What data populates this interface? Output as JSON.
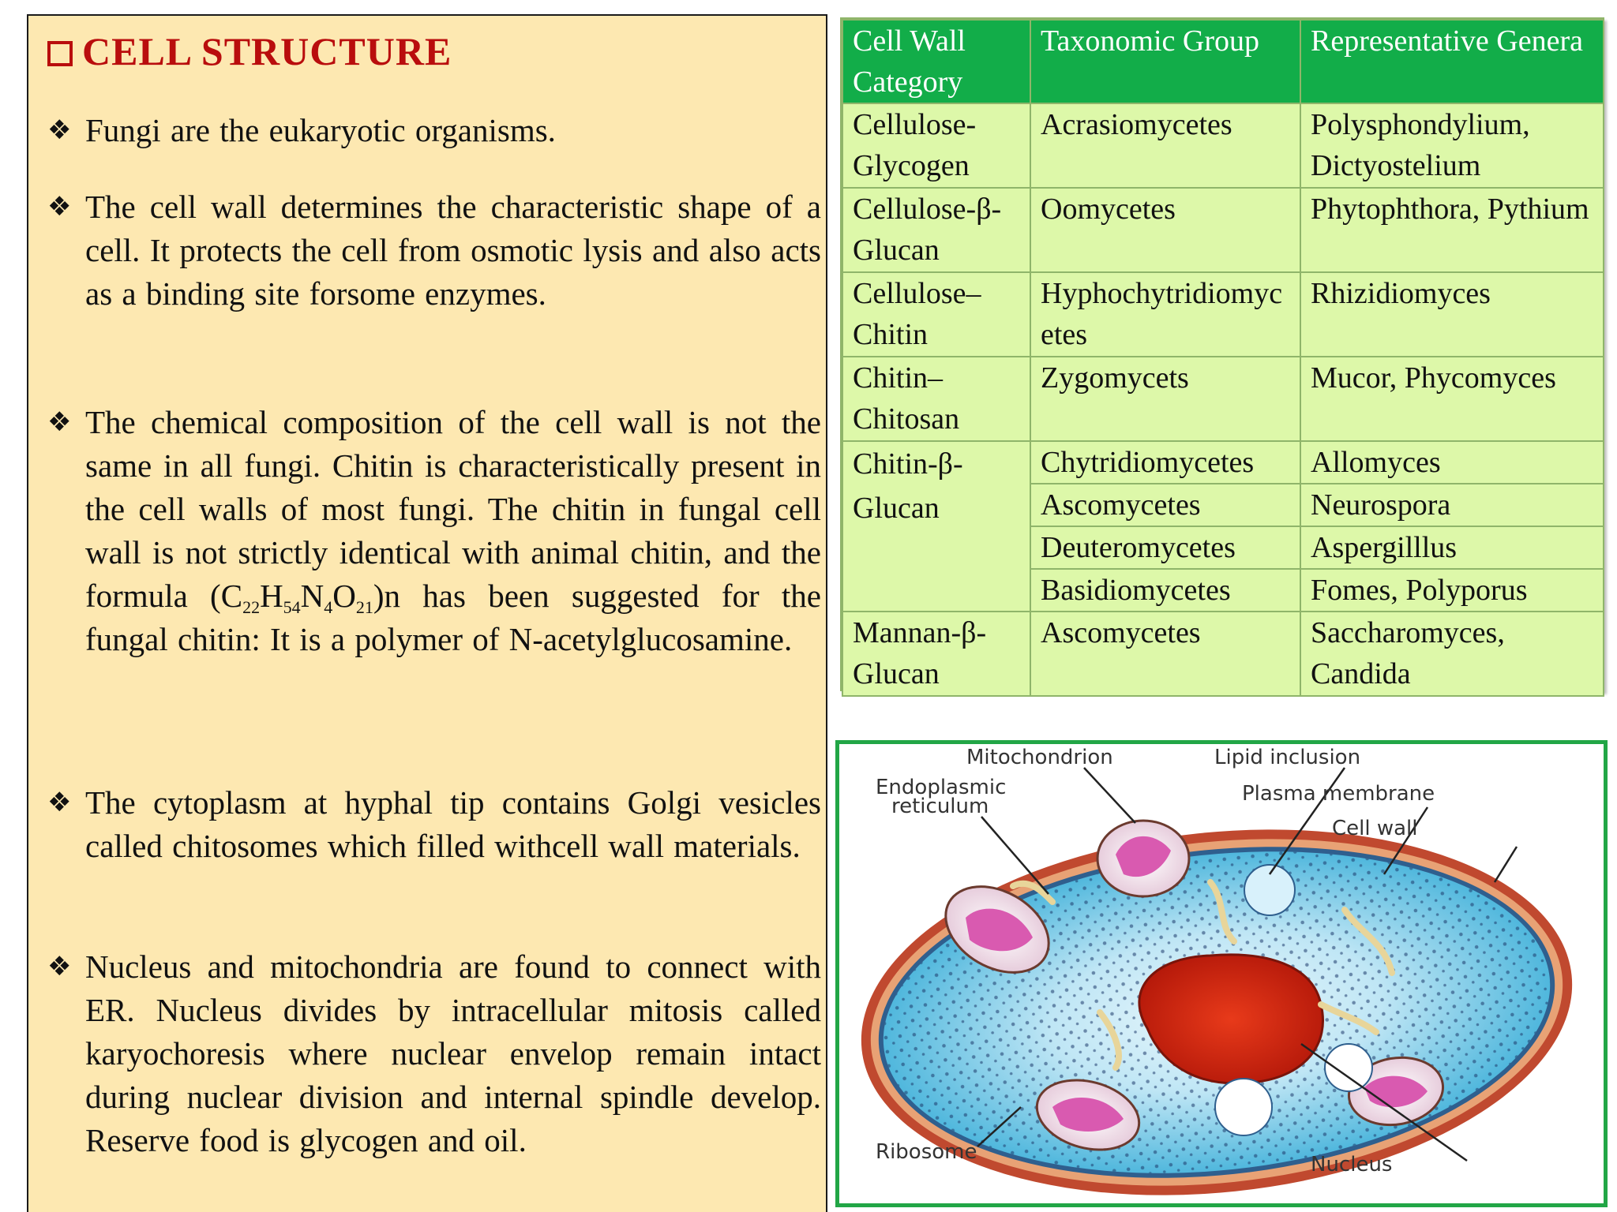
{
  "title": "CELL STRUCTURE",
  "bullets": [
    {
      "text": "Fungi are the eukaryotic organisms."
    },
    {
      "text": "The cell wall determines the characteristic shape of a cell. It protects the cell from osmotic lysis and also acts as a binding site forsome enzymes."
    },
    {
      "text_before": "The chemical composition of the cell wall is not the same in all fungi. Chitin is characteristically present in the cell walls of most fungi. The chitin in fungal cell wall is not strictly identical with animal chitin, and the formula (C",
      "sub1": "22",
      "h": "H",
      "sub2": "54",
      "n": "N",
      "sub3": "4",
      "o": "O",
      "sub4": "21",
      "text_after": ")n has been suggested for the fungal chitin: It is a polymer of N-acetylglucosamine."
    },
    {
      "text": "The cytoplasm at hyphal tip contains Golgi vesicles called chitosomes which filled withcell wall materials."
    },
    {
      "text": "Nucleus and mitochondria are found to connect with ER. Nucleus divides by intracellular mitosis called karyochoresis where nuclear envelop remain intact during nuclear division and internal spindle develop. Reserve food is glycogen and oil."
    }
  ],
  "table": {
    "headers": [
      "Cell Wall Category",
      "Taxonomic Group",
      "Representative Genera"
    ],
    "rows": [
      {
        "category": "Cellulose-Glycogen",
        "group": "Acrasiomycetes",
        "genera": "Polysphondylium, Dictyostelium"
      },
      {
        "category": "Cellulose-β-Glucan",
        "group": "Oomycetes",
        "genera": "Phytophthora, Pythium"
      },
      {
        "category": "Cellulose–Chitin",
        "group": "Hyphochytridiomycetes",
        "genera": "Rhizidiomyces"
      },
      {
        "category": "Chitin–Chitosan",
        "group": "Zygomycets",
        "genera": "Mucor, Phycomyces"
      },
      {
        "category": "Chitin-β-Glucan",
        "group": "Chytridiomycetes",
        "genera": "Allomyces"
      },
      {
        "category": "",
        "group": "Ascomycetes",
        "genera": "Neurospora"
      },
      {
        "category": "",
        "group": "Deuteromycetes",
        "genera": "Aspergilllus"
      },
      {
        "category": "",
        "group": "Basidiomycetes",
        "genera": "Fomes, Polyporus"
      },
      {
        "category": "Mannan-β-Glucan",
        "group": "Ascomycetes",
        "genera": "Saccharomyces, Candida"
      }
    ]
  },
  "diagram": {
    "labels": {
      "mitochondrion": "Mitochondrion",
      "lipid_inclusion": "Lipid inclusion",
      "er_line1": "Endoplasmic",
      "er_line2": "reticulum",
      "plasma_membrane": "Plasma membrane",
      "cell_wall": "Cell wall",
      "ribosome": "Ribosome",
      "nucleus": "Nucleus"
    },
    "colors": {
      "cell_wall": "#c0492f",
      "cytoplasm": "#45b6dc",
      "nucleus": "#d4250f",
      "mitochondria": "#e06bb8"
    }
  }
}
